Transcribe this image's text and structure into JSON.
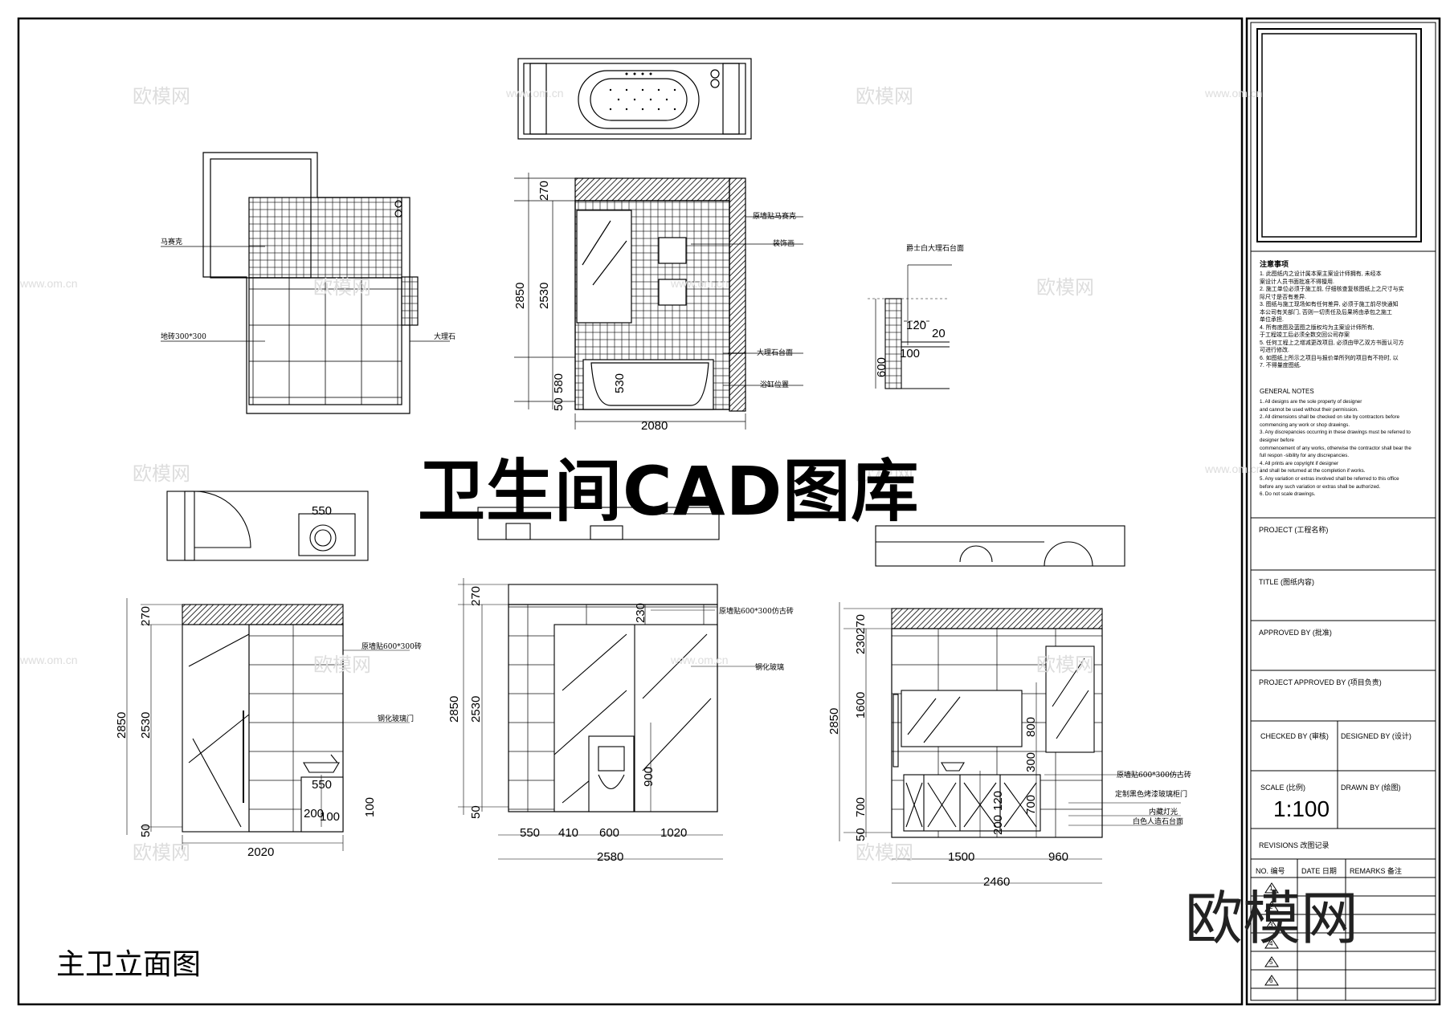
{
  "main_title": "卫生间CAD图库",
  "sheet_title": "主卫立面图",
  "watermark_logo": "欧模网",
  "watermark_small": "欧模网",
  "watermark_url": "www.om.cn",
  "labels": {
    "mosaic": "马赛克",
    "floor_tile": "地砖300*300",
    "marble": "大理石",
    "wall_mosaic": "原墙贴马赛克",
    "deco_painting": "装饰画",
    "marble_top": "大理石台面",
    "bath_position": "浴缸位置",
    "jazz_white": "爵士白大理石台面",
    "wall_tile_a": "原墙贴600*300砖",
    "glass_door": "钢化玻璃门",
    "wall_tile_b": "原墙贴600*300仿古砖",
    "glass_partition": "钢化玻璃",
    "wall_tile_c": "原墙贴600*300仿古砖",
    "cabinet_door": "定制黑色烤漆玻璃柜门",
    "hidden_light": "内藏灯光",
    "white_stone": "白色人造石台面"
  },
  "dims": {
    "d270": "270",
    "d2850": "2850",
    "d2530": "2530",
    "d580": "580",
    "d530": "530",
    "d50": "50",
    "d2080": "2080",
    "d120": "120",
    "d20": "20",
    "d100": "100",
    "d600": "600",
    "d550": "550",
    "d2020": "2020",
    "d200": "200",
    "d230": "230",
    "d900": "900",
    "d410": "410",
    "d1020": "1020",
    "d2580": "2580",
    "d1600": "1600",
    "d800": "800",
    "d300": "300",
    "d700": "700",
    "d1500": "1500",
    "d960": "960",
    "d2460": "2460"
  },
  "title_block": {
    "notes_title": "注意事项",
    "notes": [
      "1. 此图纸内之设计属本案主案设计师拥有,  未经本",
      "   案设计人员书面批准不得擅用.",
      "2. 施工单位必须于施工前, 仔细核查复核图纸上之尺寸与实",
      "   际尺寸是否有差异.",
      "3. 图纸与施工现场如有任何差异,  必须于施工前尽快通知",
      "   本公司有关部门,  否则一切责任及后果将由承包之施工",
      "   单位承担.",
      "4. 所有底图及蓝图之版权均为主案设计师所有,",
      "   于工程竣工后必须全数交回公司存案",
      "5. 任何工程上之增减更改项目, 必须由甲乙双方书面认可方",
      "   可进行修改.",
      "6. 如图纸上所示之项目与报价单所列的项目有不符时,   以",
      "7. 不得量度图纸."
    ],
    "general_title": "GENERAL NOTES",
    "general": [
      "1. All designs are the sole property of designer",
      "   and cannot be used  without their permission.",
      "2. All dimensions shall be checked on site by contractors before",
      "   commencing any work or shop drawings.",
      "3. Any discrepancies occurring in these drawings must be referred to",
      "   designer before",
      "   commencement  of any works, otherwise the contractor shall bear the",
      "   full respon  -sibility for any discrepancies.",
      "4. All prints are copyright if designer",
      "   and shall be returned at the completion if works.",
      "5. Any variation or extras involved shall be referred to this office",
      "   before any such variation or extras shall be authorized.",
      "6. Do not scale drawings."
    ],
    "project": "PROJECT (工程名称)",
    "title": "TITLE (图纸内容)",
    "approved": "APPROVED BY (批准)",
    "project_approved": "PROJECT APPROVED BY (项目负责)",
    "checked": "CHECKED BY (审核)",
    "designed": "DESIGNED BY (设计)",
    "scale_label": "SCALE (比例)",
    "drawn": "DRAWN BY (绘图)",
    "scale_value": "1:100",
    "revisions": "REVISIONS 改图记录",
    "col_no": "NO. 编号",
    "col_date": "DATE 日期",
    "col_remarks": "REMARKS 备注",
    "rev_nums": [
      "1",
      "2",
      "3",
      "4",
      "5",
      "6"
    ]
  }
}
